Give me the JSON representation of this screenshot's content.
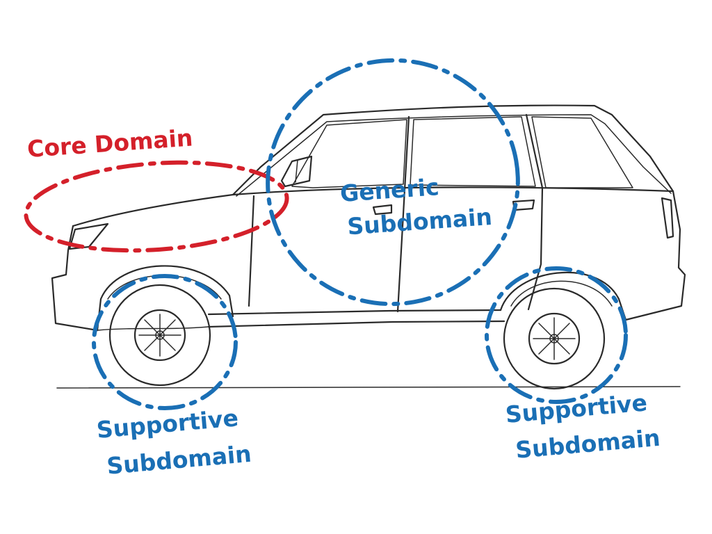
{
  "labels": {
    "core": "Core Domain",
    "generic": [
      "Generic",
      "Subdomain"
    ],
    "supportive_left": [
      "Supportive",
      "Subdomain"
    ],
    "supportive_right": [
      "Supportive",
      "Subdomain"
    ]
  },
  "colors": {
    "core_domain": "#d4202a",
    "subdomain": "#1a6fb5",
    "car_sketch": "#2a2a2a"
  }
}
